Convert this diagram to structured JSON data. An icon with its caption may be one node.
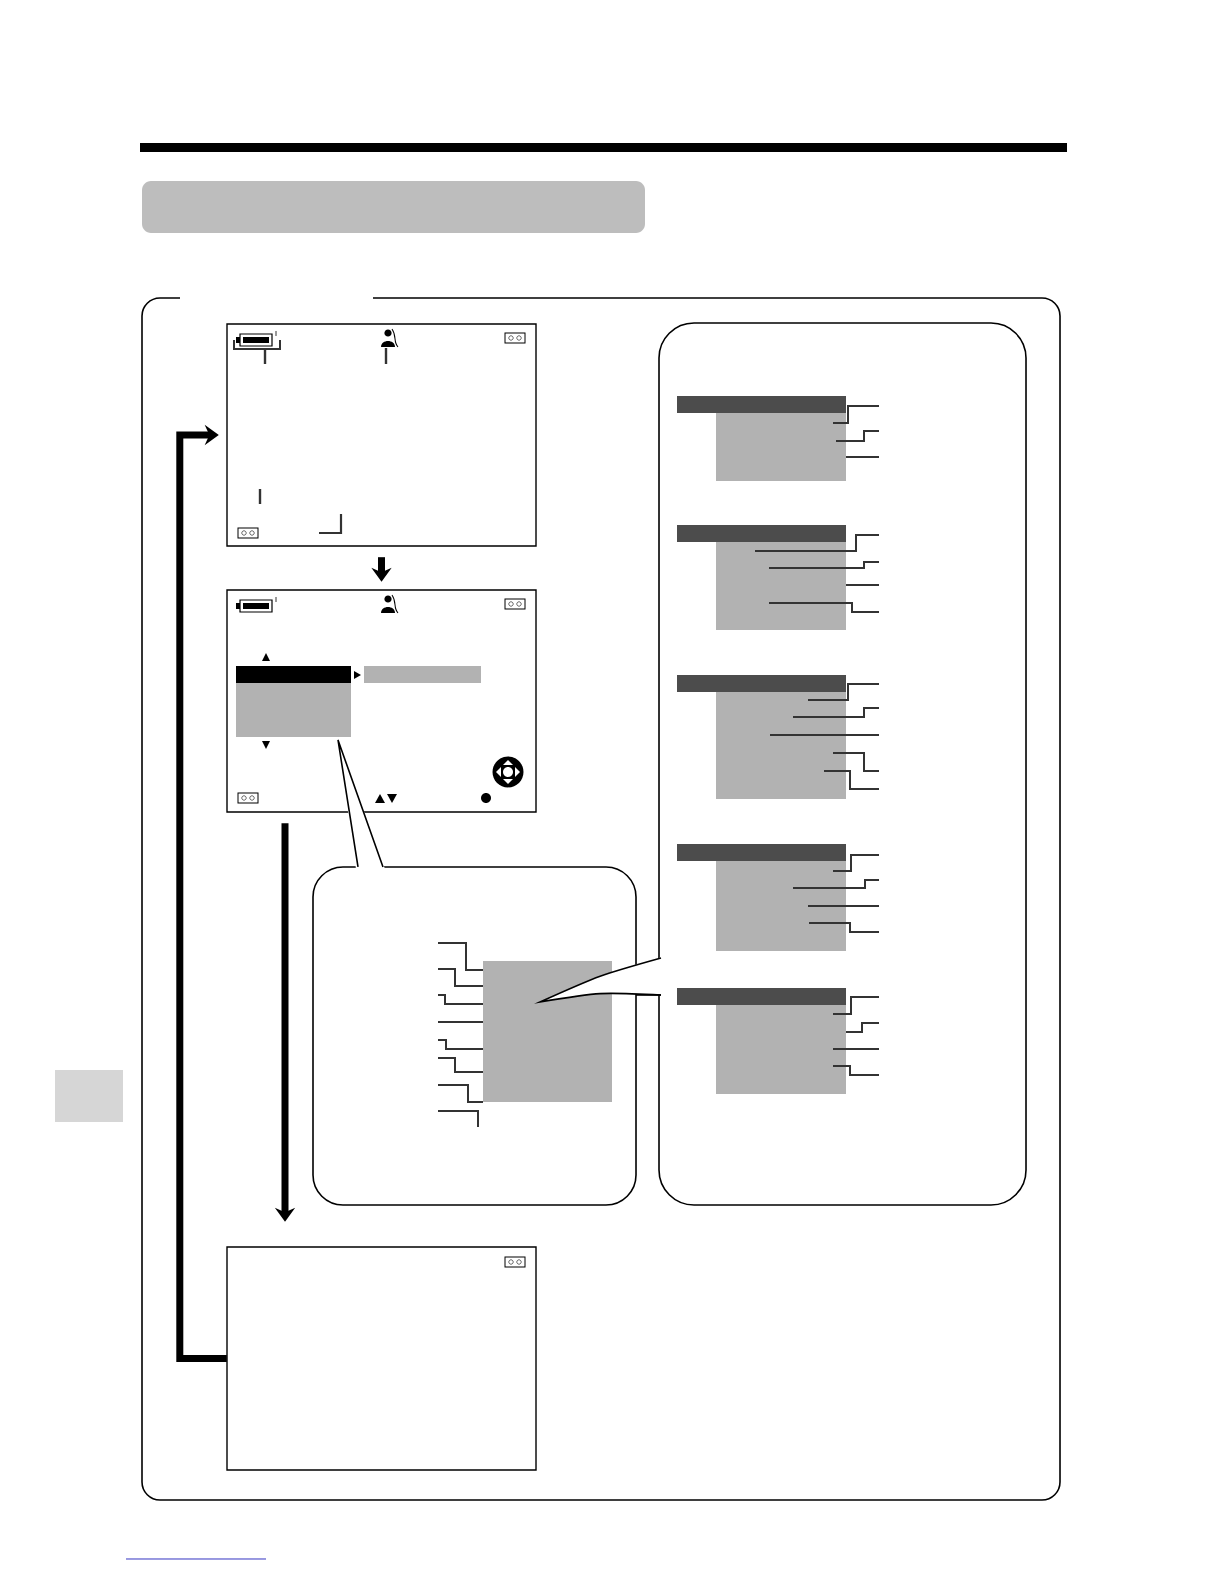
{
  "diagram": {
    "nodes": [
      {
        "text": [],
        "shape": "box"
      },
      {
        "text": [],
        "shape": "box",
        "in": 0
      },
      {
        "text": [],
        "shape": "box",
        "in": 0
      },
      {
        "text": [],
        "shape": "box",
        "in": 0
      },
      {
        "text": [],
        "shape": "box",
        "in": 0
      },
      {
        "text": [],
        "shape": "box",
        "in": 0
      },
      {
        "text": [],
        "shape": "box"
      }
    ],
    "edges": [
      {
        "from": 1,
        "to": 2,
        "arrow": "to"
      },
      {
        "from": 2,
        "to": 3,
        "arrow": "to"
      },
      {
        "from": 3,
        "to": 1,
        "arrow": "to"
      }
    ]
  }
}
